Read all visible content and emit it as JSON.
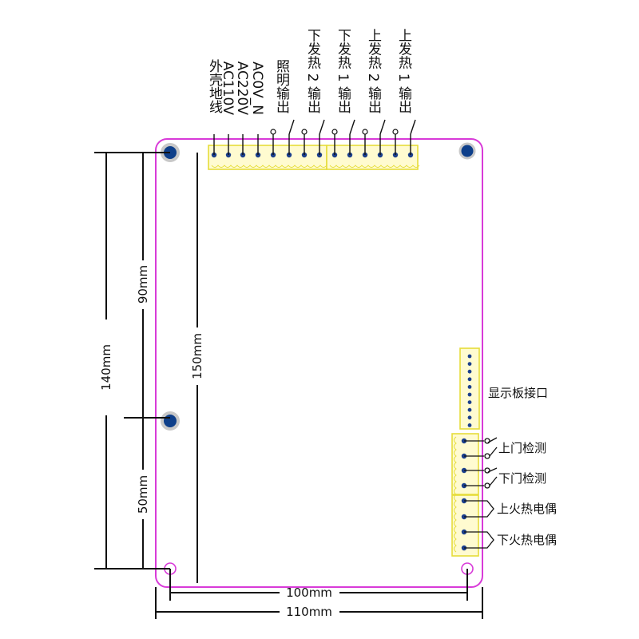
{
  "colors": {
    "board_outline": "#d83ad8",
    "connector_fill": "#fffbd0",
    "connector_border": "#e6dd3a",
    "mount_hole": "#0e3f8a",
    "mount_ring": "#c8c8c8",
    "pin": "#1b3f8c",
    "line": "#111111"
  },
  "top_terminals": [
    {
      "text": "外壳地线"
    },
    {
      "text": "AC110V"
    },
    {
      "text": "AC220V"
    },
    {
      "text": "AC0V_N"
    },
    {
      "text": "照明输出"
    },
    {
      "text": "下发热 2 输出"
    },
    {
      "text": "下发热 1 输出"
    },
    {
      "text": "上发热 2 输出"
    },
    {
      "text": "上发热 1 输出"
    }
  ],
  "right_labels": {
    "display": "显示板接口",
    "upper_door": "上门检测",
    "lower_door": "下门检测",
    "upper_tc": "上火热电偶",
    "lower_tc": "下火热电偶"
  },
  "dimensions": {
    "d140": "140mm",
    "d90": "90mm",
    "d50": "50mm",
    "d150": "150mm",
    "d100": "100mm",
    "d110": "110mm"
  }
}
